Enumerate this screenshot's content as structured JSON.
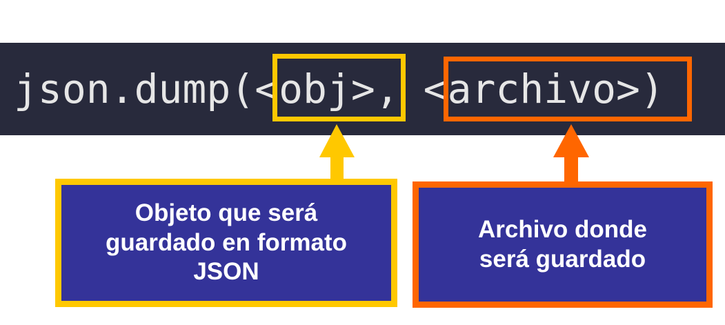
{
  "code": {
    "prefix": "json.dump(",
    "arg1": "<obj>",
    "separator": ", ",
    "arg2": "<archivo>",
    "suffix": ")"
  },
  "callouts": {
    "object": {
      "text": "Objeto que será\nguardado en formato\nJSON"
    },
    "file": {
      "text": "Archivo donde\nserá guardado"
    }
  },
  "colors": {
    "code_background": "#282a3c",
    "code_text": "#e6e6e6",
    "object_highlight": "#ffc800",
    "file_highlight": "#ff6600",
    "callout_fill": "#343399",
    "callout_text": "#ffffff"
  }
}
